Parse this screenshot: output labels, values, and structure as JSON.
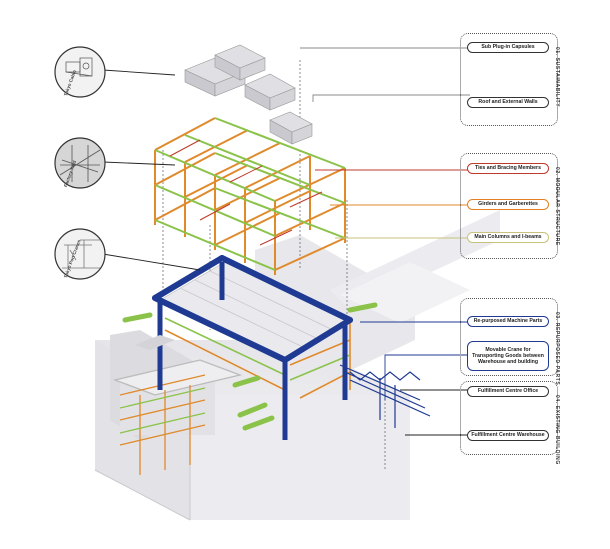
{
  "groups": [
    {
      "title": "01. SUSTAINABILITY",
      "items": [
        "Sub Plug-in Capsules",
        "Roof and External Walls"
      ]
    },
    {
      "title": "02. MODULAR STRUCTURE",
      "items": [
        "Ties and Bracing Members",
        "Girders and Garberettes",
        "Main Columns and I-beams"
      ]
    },
    {
      "title": "03. REPURPOSED PARTS",
      "items": [
        "Re-purposed Machine Parts",
        "Movable Crane for Transporting Goods between Warehouse and building"
      ]
    },
    {
      "title": "04. EXISTING BUILDING",
      "items": [
        "Fulfillment Centre Office",
        "Fulfillment Centre Warehouse"
      ]
    }
  ],
  "item_colors": {
    "Sub Plug-in Capsules": "#333333",
    "Roof and External Walls": "#333333",
    "Ties and Bracing Members": "#c0392b",
    "Girders and Garberettes": "#e67e22",
    "Main Columns and I-beams": "#c8c27a",
    "Re-purposed Machine Parts": "#1f3a93",
    "Movable Crane for Transporting Goods between Warehouse and building": "#1f3a93",
    "Fulfillment Centre Office": "#333333",
    "Fulfillment Centre Warehouse": "#333333"
  },
  "circle_icons": [
    {
      "label": "Tokyo Cabin",
      "icon": "capsule-sketch-icon"
    },
    {
      "label": "Factory Yard",
      "icon": "steel-structure-icon"
    },
    {
      "label": "Tokyo Port Cranes",
      "icon": "port-crane-icon"
    }
  ],
  "palette": {
    "structure_green": "#8bc34a",
    "structure_orange": "#e08a2c",
    "structure_red": "#c0392b",
    "crane_blue": "#1f3a93",
    "building_grey": "#d9d9de"
  }
}
